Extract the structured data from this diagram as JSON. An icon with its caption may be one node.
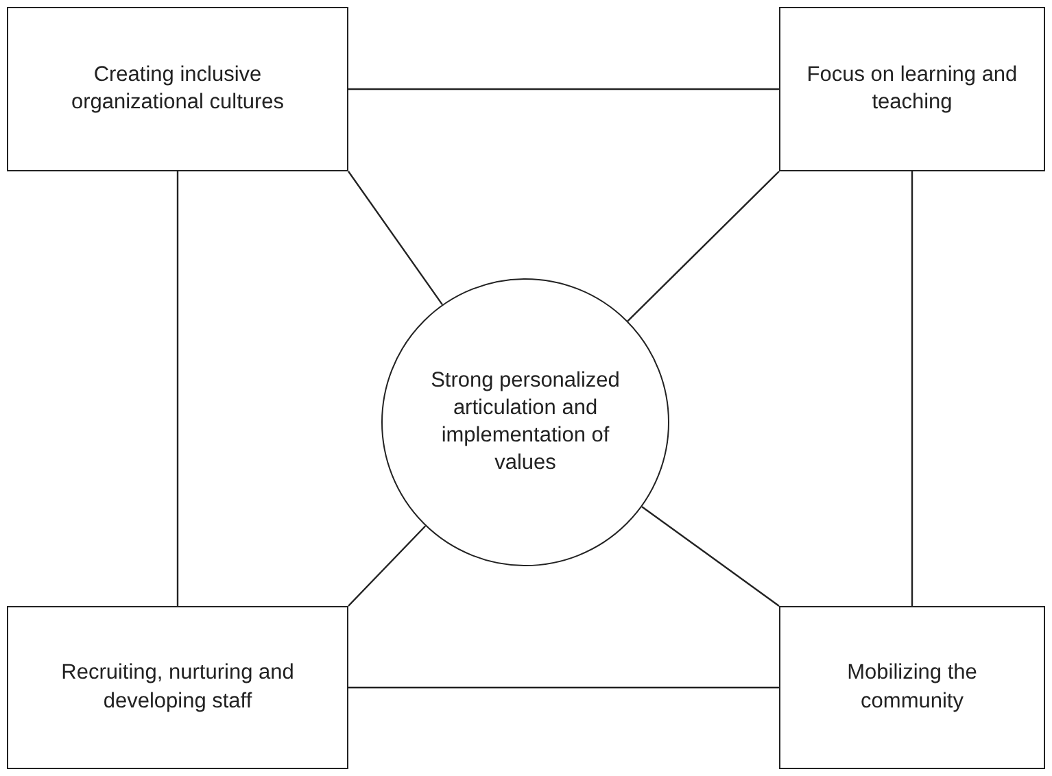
{
  "diagram": {
    "nodes": [
      {
        "text": [
          "Creating inclusive organizational cultures"
        ]
      },
      {
        "text": [
          "Focus on learning and teaching"
        ]
      },
      {
        "text": [
          "Strong personalized articulation and implementation of values"
        ]
      },
      {
        "text": [
          "Recruiting, nurturing and developing staff"
        ]
      },
      {
        "text": [
          "Mobilizing the community"
        ]
      }
    ],
    "edges": [
      {
        "from": 0,
        "to": 1,
        "arrow": "none"
      },
      {
        "from": 0,
        "to": 2,
        "arrow": "none"
      },
      {
        "from": 1,
        "to": 2,
        "arrow": "none"
      },
      {
        "from": 0,
        "to": 3,
        "arrow": "none"
      },
      {
        "from": 1,
        "to": 4,
        "arrow": "none"
      },
      {
        "from": 2,
        "to": 3,
        "arrow": "none"
      },
      {
        "from": 2,
        "to": 4,
        "arrow": "none"
      },
      {
        "from": 3,
        "to": 4,
        "arrow": "none"
      }
    ]
  }
}
